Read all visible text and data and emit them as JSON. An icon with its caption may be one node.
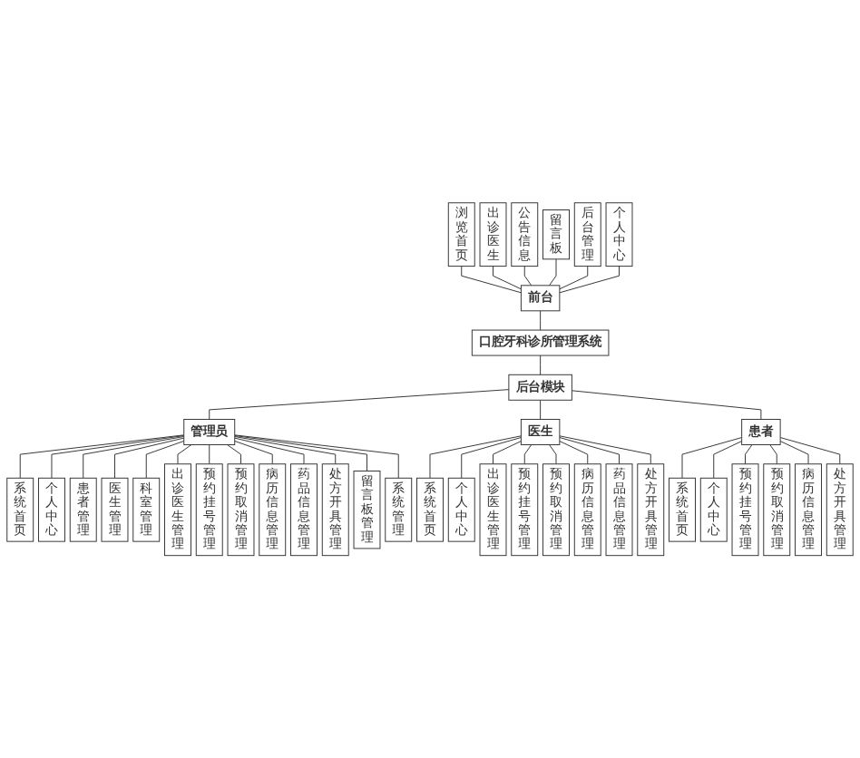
{
  "diagram": {
    "nodes": [
      {
        "text": [
          "浏览首页"
        ]
      },
      {
        "text": [
          "出诊医生"
        ]
      },
      {
        "text": [
          "公告信息"
        ]
      },
      {
        "text": [
          "留言板"
        ]
      },
      {
        "text": [
          "后台管理"
        ]
      },
      {
        "text": [
          "个人中心"
        ]
      },
      {
        "text": [
          "前台"
        ]
      },
      {
        "text": [
          "口腔牙科诊所管理系统"
        ]
      },
      {
        "text": [
          "后台模块"
        ]
      },
      {
        "text": [
          "管理员"
        ]
      },
      {
        "text": [
          "系统首页"
        ]
      },
      {
        "text": [
          "个人中心"
        ]
      },
      {
        "text": [
          "患者管理"
        ]
      },
      {
        "text": [
          "医生管理"
        ]
      },
      {
        "text": [
          "科室管理"
        ]
      },
      {
        "text": [
          "出诊医生管理"
        ]
      },
      {
        "text": [
          "预约挂号管理"
        ]
      },
      {
        "text": [
          "预约取消管理"
        ]
      },
      {
        "text": [
          "病历信息管理"
        ]
      },
      {
        "text": [
          "药品信息管理"
        ]
      },
      {
        "text": [
          "处方开具管理"
        ]
      },
      {
        "text": [
          "留言板管理"
        ]
      },
      {
        "text": [
          "系统管理"
        ]
      },
      {
        "text": [
          "医生"
        ]
      },
      {
        "text": [
          "系统首页"
        ]
      },
      {
        "text": [
          "个人中心"
        ]
      },
      {
        "text": [
          "出诊医生管理"
        ]
      },
      {
        "text": [
          "预约挂号管理"
        ]
      },
      {
        "text": [
          "预约取消管理"
        ]
      },
      {
        "text": [
          "病历信息管理"
        ]
      },
      {
        "text": [
          "药品信息管理"
        ]
      },
      {
        "text": [
          "处方开具管理"
        ]
      },
      {
        "text": [
          "患者"
        ]
      },
      {
        "text": [
          "系统首页"
        ]
      },
      {
        "text": [
          "个人中心"
        ]
      },
      {
        "text": [
          "预约挂号管理"
        ]
      },
      {
        "text": [
          "预约取消管理"
        ]
      },
      {
        "text": [
          "病历信息管理"
        ]
      },
      {
        "text": [
          "处方开具管理"
        ]
      }
    ],
    "edges": [
      {
        "from": 0,
        "to": 6,
        "arrow": "none"
      },
      {
        "from": 1,
        "to": 6,
        "arrow": "none"
      },
      {
        "from": 2,
        "to": 6,
        "arrow": "none"
      },
      {
        "from": 3,
        "to": 6,
        "arrow": "none"
      },
      {
        "from": 4,
        "to": 6,
        "arrow": "none"
      },
      {
        "from": 5,
        "to": 6,
        "arrow": "none"
      },
      {
        "from": 6,
        "to": 7,
        "arrow": "none"
      },
      {
        "from": 7,
        "to": 8,
        "arrow": "none"
      },
      {
        "from": 8,
        "to": 9,
        "arrow": "none"
      },
      {
        "from": 8,
        "to": 23,
        "arrow": "none"
      },
      {
        "from": 8,
        "to": 32,
        "arrow": "none"
      },
      {
        "from": 9,
        "to": 10,
        "arrow": "none"
      },
      {
        "from": 9,
        "to": 11,
        "arrow": "none"
      },
      {
        "from": 9,
        "to": 12,
        "arrow": "none"
      },
      {
        "from": 9,
        "to": 13,
        "arrow": "none"
      },
      {
        "from": 9,
        "to": 14,
        "arrow": "none"
      },
      {
        "from": 9,
        "to": 15,
        "arrow": "none"
      },
      {
        "from": 9,
        "to": 16,
        "arrow": "none"
      },
      {
        "from": 9,
        "to": 17,
        "arrow": "none"
      },
      {
        "from": 9,
        "to": 18,
        "arrow": "none"
      },
      {
        "from": 9,
        "to": 19,
        "arrow": "none"
      },
      {
        "from": 9,
        "to": 20,
        "arrow": "none"
      },
      {
        "from": 9,
        "to": 21,
        "arrow": "none"
      },
      {
        "from": 9,
        "to": 22,
        "arrow": "none"
      },
      {
        "from": 23,
        "to": 24,
        "arrow": "none"
      },
      {
        "from": 23,
        "to": 25,
        "arrow": "none"
      },
      {
        "from": 23,
        "to": 26,
        "arrow": "none"
      },
      {
        "from": 23,
        "to": 27,
        "arrow": "none"
      },
      {
        "from": 23,
        "to": 28,
        "arrow": "none"
      },
      {
        "from": 23,
        "to": 29,
        "arrow": "none"
      },
      {
        "from": 23,
        "to": 30,
        "arrow": "none"
      },
      {
        "from": 23,
        "to": 31,
        "arrow": "none"
      },
      {
        "from": 32,
        "to": 33,
        "arrow": "none"
      },
      {
        "from": 32,
        "to": 34,
        "arrow": "none"
      },
      {
        "from": 32,
        "to": 35,
        "arrow": "none"
      },
      {
        "from": 32,
        "to": 36,
        "arrow": "none"
      },
      {
        "from": 32,
        "to": 37,
        "arrow": "none"
      },
      {
        "from": 32,
        "to": 38,
        "arrow": "none"
      }
    ]
  }
}
